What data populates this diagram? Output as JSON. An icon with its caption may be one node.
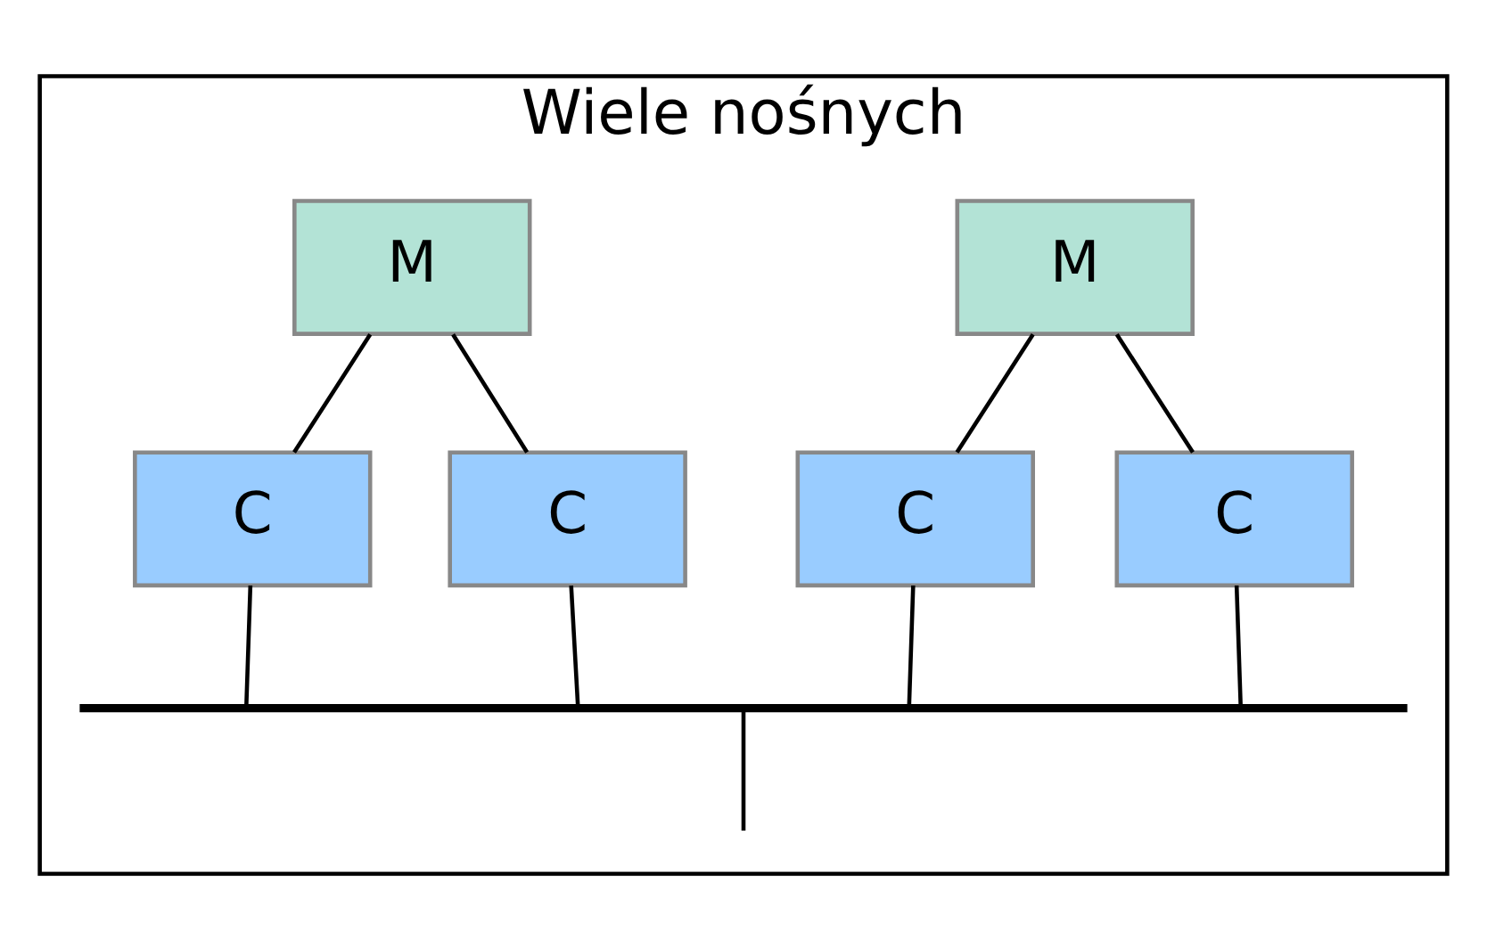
{
  "diagram": {
    "nodes": [
      {
        "text": [
          "Wiele nośnych"
        ]
      },
      {
        "text": [
          "M"
        ],
        "in": 0
      },
      {
        "text": [
          "M"
        ],
        "in": 0
      },
      {
        "text": [
          "C"
        ],
        "in": 0
      },
      {
        "text": [
          "C"
        ],
        "in": 0
      },
      {
        "text": [
          "C"
        ],
        "in": 0
      },
      {
        "text": [
          "C"
        ],
        "in": 0
      },
      {
        "text": [],
        "shape": "bar",
        "in": 0
      }
    ],
    "edges": [
      {
        "from": 1,
        "to": 3,
        "arrow": "none"
      },
      {
        "from": 1,
        "to": 4,
        "arrow": "none"
      },
      {
        "from": 2,
        "to": 5,
        "arrow": "none"
      },
      {
        "from": 2,
        "to": 6,
        "arrow": "none"
      },
      {
        "from": 3,
        "to": 7,
        "arrow": "none"
      },
      {
        "from": 4,
        "to": 7,
        "arrow": "none"
      },
      {
        "from": 5,
        "to": 7,
        "arrow": "none"
      },
      {
        "from": 6,
        "to": 7,
        "arrow": "none"
      },
      {
        "from": 7,
        "to": null,
        "arrow": "none"
      }
    ]
  }
}
